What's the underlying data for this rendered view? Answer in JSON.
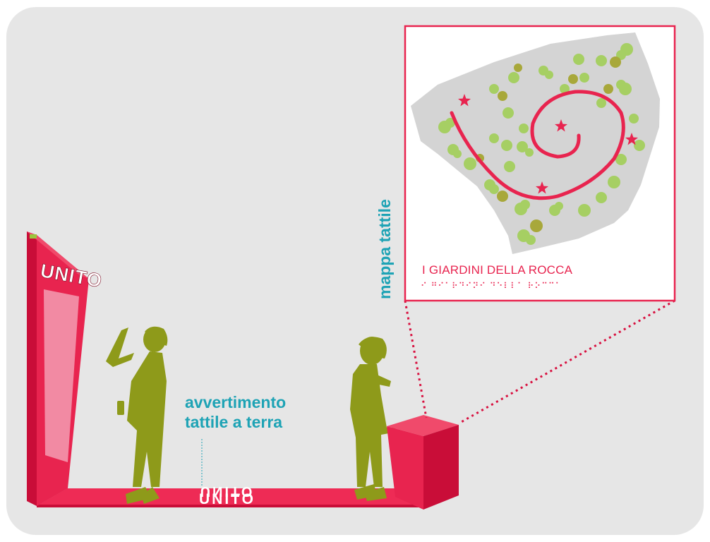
{
  "scene": {
    "sign_label": "UNITO",
    "floor_label": "UNITO",
    "floor_label_mirrored": "UNITO"
  },
  "captions": {
    "floor_warning": [
      "avvertimento",
      "tattile a terra"
    ],
    "tactile_map": "mappa tattile"
  },
  "tactile_map": {
    "title": "I GIARDINI DELLA ROCCA",
    "braille": "⠊ ⠛⠊⠁⠗⠙⠊⠝⠊ ⠙⠑⠇⠇⠁ ⠗⠕⠉⠉⠁"
  },
  "colors": {
    "background": "#e6e6e6",
    "accent_red": "#e8244f",
    "figure_olive": "#8e9a1a",
    "caption_teal": "#1ea3b5",
    "map_area_gray": "#d4d4d4",
    "tree_green": "#a6cf63",
    "tree_olive": "#a8a83a"
  }
}
